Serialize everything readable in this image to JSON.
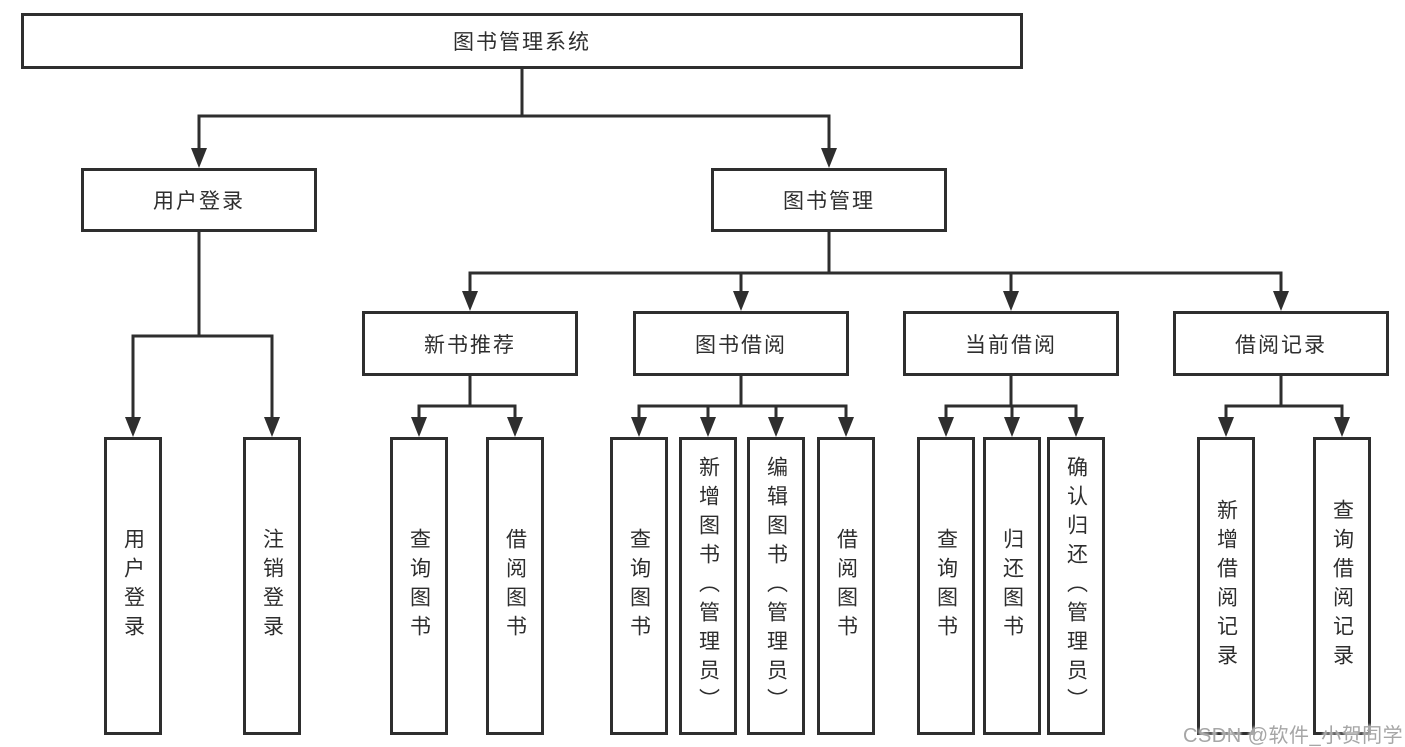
{
  "tree": {
    "root": "图书管理系统",
    "level2": {
      "user_login": "用户登录",
      "book_mgmt": "图书管理"
    },
    "level3": {
      "new_book": "新书推荐",
      "borrow": "图书借阅",
      "current": "当前借阅",
      "records": "借阅记录"
    },
    "leaves": {
      "user_login": [
        "用户登录",
        "注销登录"
      ],
      "new_book": [
        "查询图书",
        "借阅图书"
      ],
      "borrow": [
        "查询图书",
        "新增图书（管理员）",
        "编辑图书（管理员）",
        "借阅图书"
      ],
      "current": [
        "查询图书",
        "归还图书",
        "确认归还（管理员）"
      ],
      "records": [
        "新增借阅记录",
        "查询借阅记录"
      ]
    }
  },
  "watermark": {
    "text": "CSDN @软件_小贺同学"
  },
  "colors": {
    "line": "#2e2e2e",
    "text": "#2e2e2e",
    "box_background": "#ffffff",
    "watermark": "#a6a6a6",
    "background": "#ffffff"
  }
}
